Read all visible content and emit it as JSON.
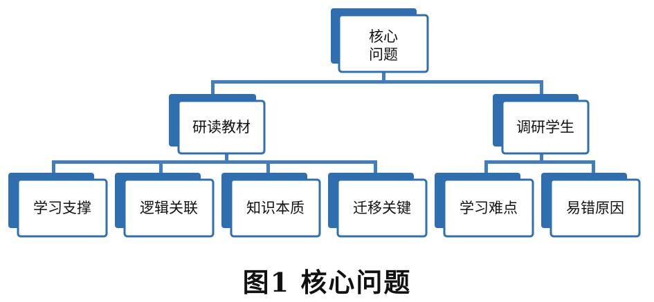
{
  "diagram": {
    "root": {
      "lines": [
        "核心",
        "问题"
      ],
      "children": [
        {
          "label": "研读教材",
          "children": [
            {
              "label": "学习支撑"
            },
            {
              "label": "逻辑关联"
            },
            {
              "label": "知识本质"
            },
            {
              "label": "迁移关键"
            }
          ]
        },
        {
          "label": "调研学生",
          "children": [
            {
              "label": "学习难点"
            },
            {
              "label": "易错原因"
            }
          ]
        }
      ]
    },
    "colors": {
      "box_border": "#2f6fb0",
      "box_shadow": "#2f6fb0",
      "connector": "#3f7ec0",
      "text": "#111111"
    }
  },
  "caption": "图1  核心问题"
}
